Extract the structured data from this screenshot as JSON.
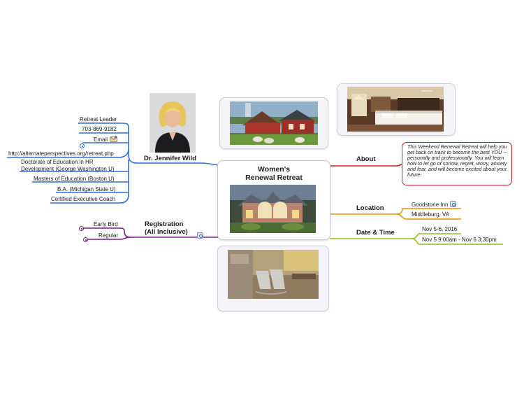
{
  "central": {
    "title": "Women's\nRenewal Retreat"
  },
  "branches": {
    "speaker": {
      "label": "Dr. Jennifer Wild",
      "color": "#2f6fd6",
      "items": [
        "Retreat Leader",
        "703-869-9182",
        "Email",
        "http://alternateperspectives.org/retreat.php",
        "Doctorate of Education in HR\nDevelopment (George Washington U)",
        "Masters of Education (Boston U)",
        "B.A. (Michigan State U)",
        "Certified Executive Coach"
      ]
    },
    "registration": {
      "label": "Registration\n(All Inclusive)",
      "color": "#7a1a8c",
      "items": [
        "Early Bird",
        "Regular"
      ]
    },
    "about": {
      "label": "About",
      "color": "#c81e1e",
      "note": "This Weekend Renewal Retreat will help you get back on track to become the best YOU -- personally and professionally. You will learn how to let go of sorrow, regret, worry, anxiety and fear, and will become excited about your future."
    },
    "location": {
      "label": "Location",
      "color": "#e8920e",
      "items": [
        "Goodstone Inn",
        "Middleburg, VA"
      ]
    },
    "datetime": {
      "label": "Date & Time",
      "color": "#8ec21e",
      "items": [
        "Nov 5-6, 2016",
        "Nov 5 9:00am - Nov 6 3:30pm"
      ]
    }
  },
  "icons": {
    "email": "email-icon",
    "link": "link-icon",
    "expander": "expand-icon"
  }
}
